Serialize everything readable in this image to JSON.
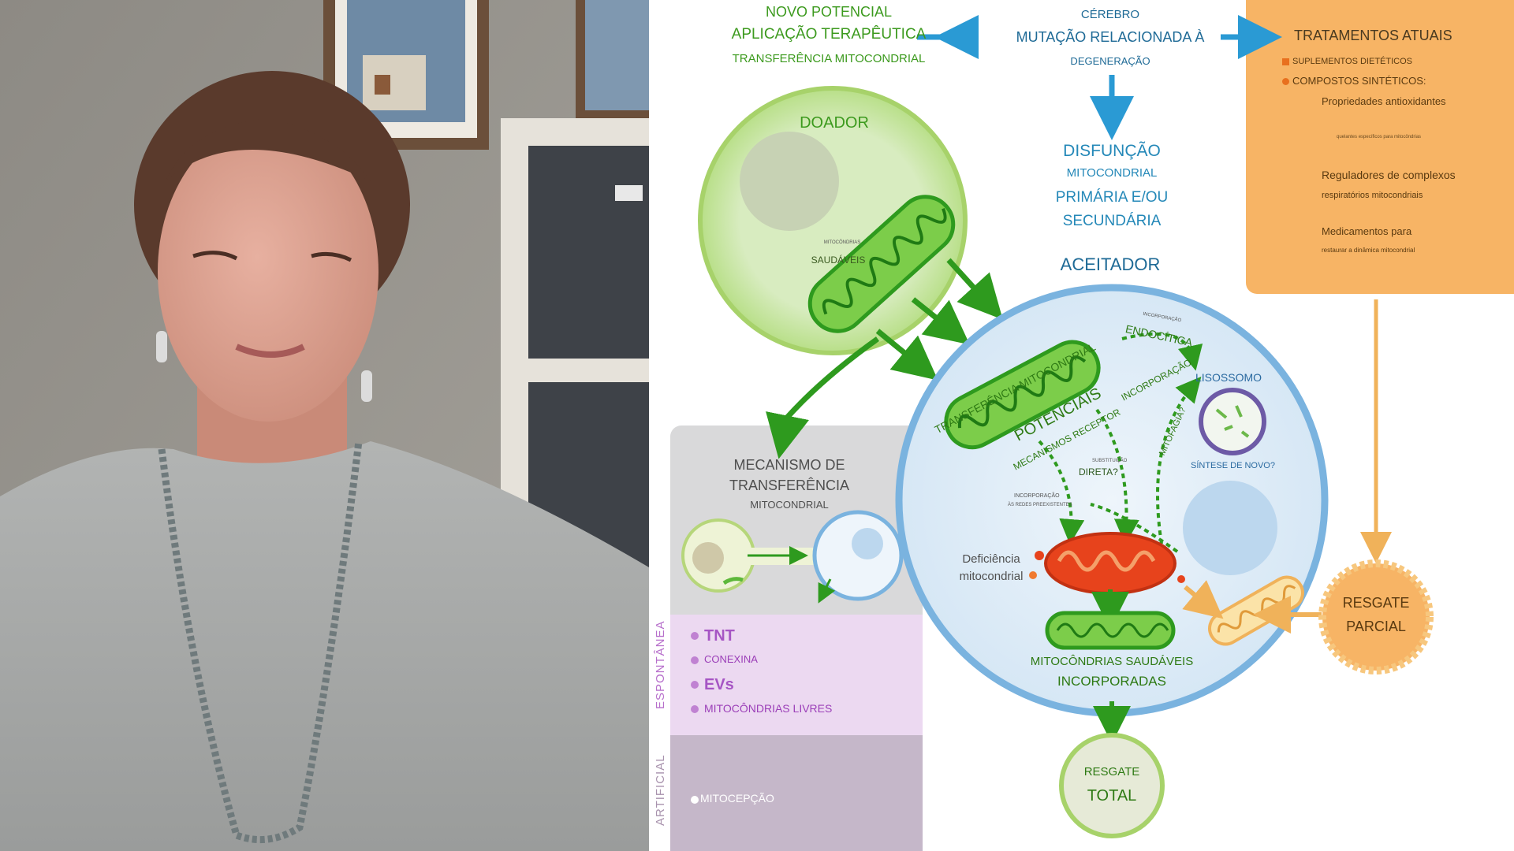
{
  "diagram": {
    "top": {
      "novo_potencial": "NOVO POTENCIAL",
      "aplicacao": "APLICAÇÃO TERAPÊUTICA",
      "transferencia": "TRANSFERÊNCIA MITOCONDRIAL",
      "cerebro": "CÉREBRO",
      "mutacao": "MUTAÇÃO RELACIONADA À",
      "degeneracao": "DEGENERAÇÃO"
    },
    "tratamentos": {
      "title": "TRATAMENTOS ATUAIS",
      "suplementos": "SUPLEMENTOS DIETÉTICOS",
      "compostos": "COMPOSTOS SINTÉTICOS:",
      "antioxidantes": "Propriedades antioxidantes",
      "small_note": "quelantes específicos para mitocôndrias",
      "reguladores_1": "Reguladores de complexos",
      "reguladores_2": "respiratórios mitocondriais",
      "medicamentos_1": "Medicamentos para",
      "medicamentos_2": "restaurar a dinâmica mitocondrial"
    },
    "disfuncao": {
      "line1": "DISFUNÇÃO",
      "line2": "MITOCONDRIAL",
      "line3": "PRIMÁRIA E/OU",
      "line4": "SECUNDÁRIA"
    },
    "doador": {
      "title": "DOADOR",
      "mitocondrias_small": "MITOCÔNDRIAS",
      "saudaveis": "SAUDÁVEIS"
    },
    "aceitador": {
      "title": "ACEITADOR",
      "transferencia": "TRANSFERÊNCIA MITOCONDRIAL",
      "potenciais": "POTENCIAIS",
      "mecanismo_receptor": "MECANISMOS RECEPTOR",
      "incorporacao_label": "INCORPORAÇÃO",
      "endocitica_small": "INCORPORAÇÃO",
      "endocitica": "ENDOCÍTICA",
      "lisossomo": "LISOSSOMO",
      "mitofagia": "MITOFAGIA?",
      "sintese": "SÍNTESE DE NOVO?",
      "substituicao": "SUBSTITUIÇÃO",
      "direta": "DIRETA?",
      "incorp_redes_1": "INCORPORAÇÃO",
      "incorp_redes_2": "ÀS REDES PREEXISTENTES",
      "deficiencia_1": "Deficiência",
      "deficiencia_2": "mitocondrial",
      "saudaveis_1": "MITOCÔNDRIAS SAUDÁVEIS",
      "saudaveis_2": "INCORPORADAS"
    },
    "mecanismo": {
      "line1": "MECANISMO DE",
      "line2": "TRANSFERÊNCIA",
      "line3": "MITOCONDRIAL",
      "tnt": "TNT",
      "conexina": "CONEXINA",
      "evs": "EVs",
      "livres": "MITOCÔNDRIAS LIVRES",
      "mitocepcao": "MITOCEPÇÃO",
      "espontanea": "ESPONTÂNEA",
      "artificial": "ARTIFICIAL"
    },
    "resgate_parcial": {
      "line1": "RESGATE",
      "line2": "PARCIAL"
    },
    "resgate_total": {
      "line1": "RESGATE",
      "line2": "TOTAL"
    }
  },
  "colors": {
    "green": "#3c9a1e",
    "blue": "#2488b8",
    "orange_panel": "#f7b465",
    "purple": "#9b3fb8"
  }
}
